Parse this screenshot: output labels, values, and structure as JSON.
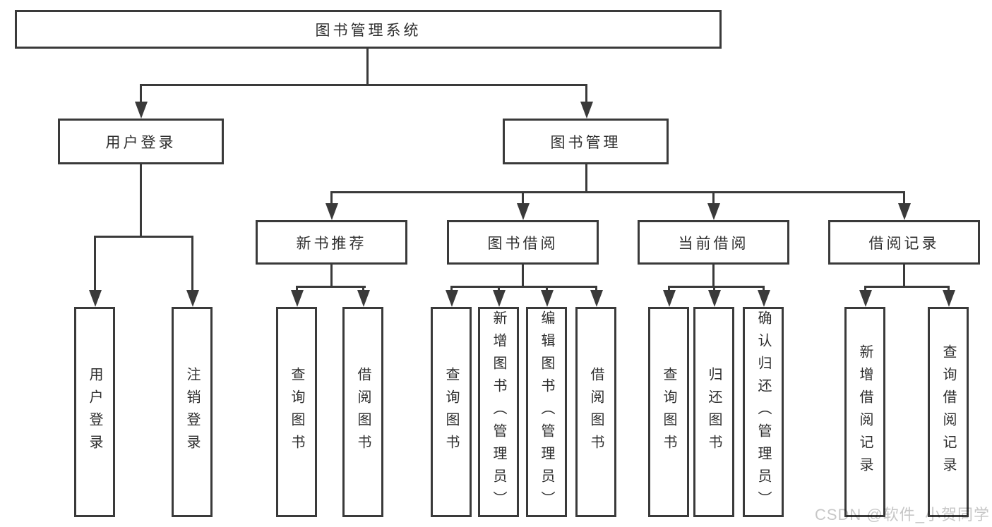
{
  "diagram_title": "图书管理系统",
  "tree": {
    "root": "图书管理系统",
    "children": [
      {
        "label": "用户登录",
        "children": [
          "用户登录",
          "注销登录"
        ]
      },
      {
        "label": "图书管理",
        "children": [
          {
            "label": "新书推荐",
            "children": [
              "查询图书",
              "借阅图书"
            ]
          },
          {
            "label": "图书借阅",
            "children": [
              "查询图书",
              "新增图书（管理员）",
              "编辑图书（管理员）",
              "借阅图书"
            ]
          },
          {
            "label": "当前借阅",
            "children": [
              "查询图书",
              "归还图书",
              "确认归还（管理员）"
            ]
          },
          {
            "label": "借阅记录",
            "children": [
              "新增借阅记录",
              "查询借阅记录"
            ]
          }
        ]
      }
    ]
  },
  "watermark": "CSDN @软件_小贺同学",
  "colors": {
    "line": "#3a3a3a",
    "text": "#2f2f2f",
    "watermark": "#c7c7c7",
    "background": "#ffffff"
  }
}
